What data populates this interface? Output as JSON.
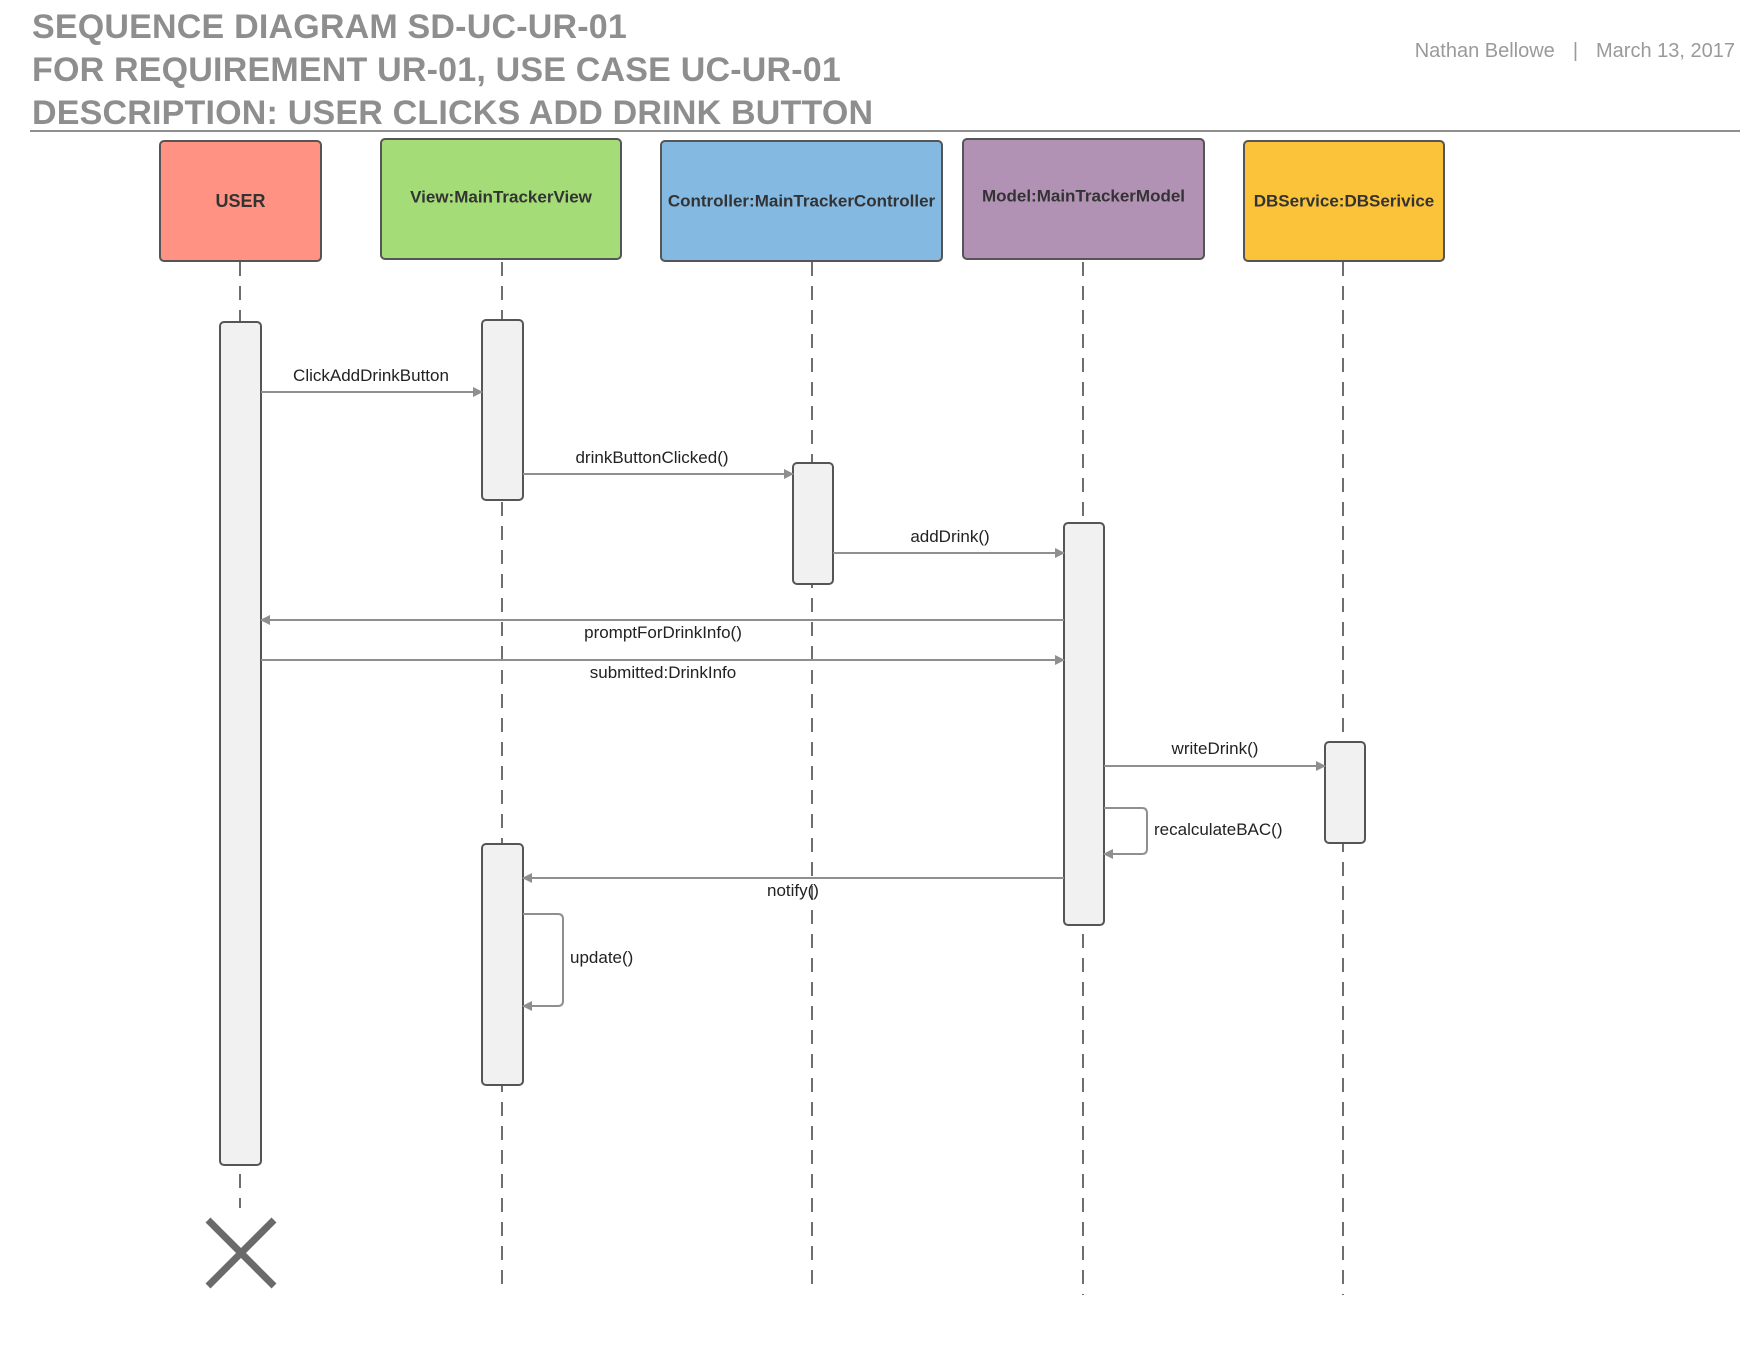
{
  "header": {
    "title_lines": [
      "SEQUENCE DIAGRAM SD-UC-UR-01",
      "FOR REQUIREMENT UR-01, USE CASE UC-UR-01",
      "DESCRIPTION: USER CLICKS ADD DRINK BUTTON"
    ],
    "author": "Nathan Bellowe",
    "separator": "|",
    "date": "March 13, 2017"
  },
  "participants": [
    {
      "id": "user",
      "label": "USER",
      "color": "#ff9282"
    },
    {
      "id": "view",
      "label": "View:MainTrackerView",
      "color": "#a4dc78"
    },
    {
      "id": "controller",
      "label": "Controller:MainTrackerController",
      "color": "#84b9e2"
    },
    {
      "id": "model",
      "label": "Model:MainTrackerModel",
      "color": "#b292b4"
    },
    {
      "id": "db",
      "label": "DBService:DBSerivice",
      "color": "#fbc33a"
    }
  ],
  "messages": [
    {
      "from": "user",
      "to": "view",
      "label": "ClickAddDrinkButton"
    },
    {
      "from": "view",
      "to": "controller",
      "label": "drinkButtonClicked()"
    },
    {
      "from": "controller",
      "to": "model",
      "label": "addDrink()"
    },
    {
      "from": "model",
      "to": "user",
      "label": "promptForDrinkInfo()"
    },
    {
      "from": "user",
      "to": "model",
      "label": "submitted:DrinkInfo"
    },
    {
      "from": "model",
      "to": "db",
      "label": "writeDrink()"
    },
    {
      "from": "model",
      "to": "model",
      "label": "recalculateBAC()"
    },
    {
      "from": "model",
      "to": "view",
      "label": "notify()"
    },
    {
      "from": "view",
      "to": "view",
      "label": "update()"
    }
  ],
  "termination": {
    "participant": "user",
    "symbol": "destroy-x"
  }
}
